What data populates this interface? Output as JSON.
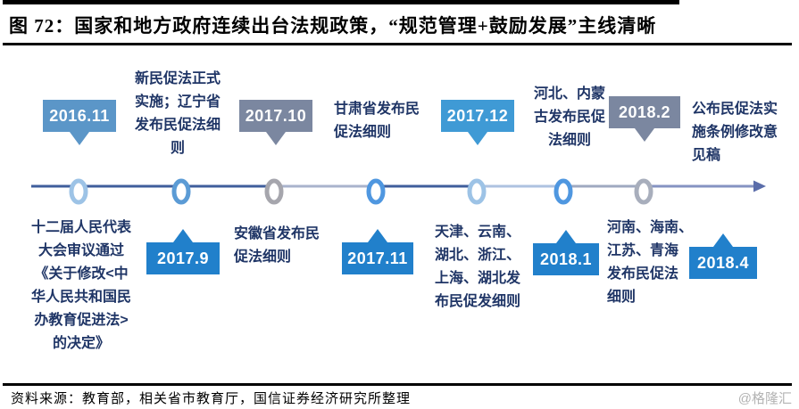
{
  "header": {
    "figure_title": "图 72：国家和地方政府连续出台法规政策，“规范管理+鼓励发展”主线清晰"
  },
  "timeline": {
    "events": [
      {
        "date": "2016.11",
        "side": "top",
        "bubble_color": "#5b96c8",
        "desc": "十二届人民代表\n大会审议通过\n《关于修改<中\n华人民共和国民\n办教育促进法>\n的决定》"
      },
      {
        "date": "2017.9",
        "side": "bottom",
        "bubble_color": "#2180cb",
        "desc": "新民促法正式\n实施；辽宁省\n发布民促法细\n则"
      },
      {
        "date": "2017.10",
        "side": "top",
        "bubble_color": "#7b87a0",
        "desc": "安徽省发布民\n促法细则"
      },
      {
        "date": "2017.11",
        "side": "bottom",
        "bubble_color": "#2180cb",
        "desc": "甘肃省发布民\n促法细则"
      },
      {
        "date": "2017.12",
        "side": "top",
        "bubble_color": "#3f9ad5",
        "desc": "天津、云南、\n湖北、浙江、\n上海、湖北发\n布民促发细则"
      },
      {
        "date": "2018.1",
        "side": "bottom",
        "bubble_color": "#2180cb",
        "desc": "河北、内蒙\n古发布民促\n法细则"
      },
      {
        "date": "2018.2",
        "side": "top",
        "bubble_color": "#7b87a0",
        "desc": "河南、海南、\n江苏、青海\n发布民促法\n细则"
      },
      {
        "date": "2018.4",
        "side": "bottom",
        "bubble_color": "#2180cb",
        "desc": "公布民促法实\n施条例修改意\n见稿"
      }
    ],
    "colors": {
      "axis_dark": "#3f5e9c",
      "axis_light": "#a9b3cc",
      "node_light_blue": "#9dc3e6",
      "node_blue": "#4f97e0",
      "node_gray": "#a6a6ad",
      "desc_text": "#1f3566"
    }
  },
  "footer": {
    "source": "资料来源：教育部，相关省市教育厅，国信证券经济研究所整理",
    "watermark": "@格隆汇"
  }
}
